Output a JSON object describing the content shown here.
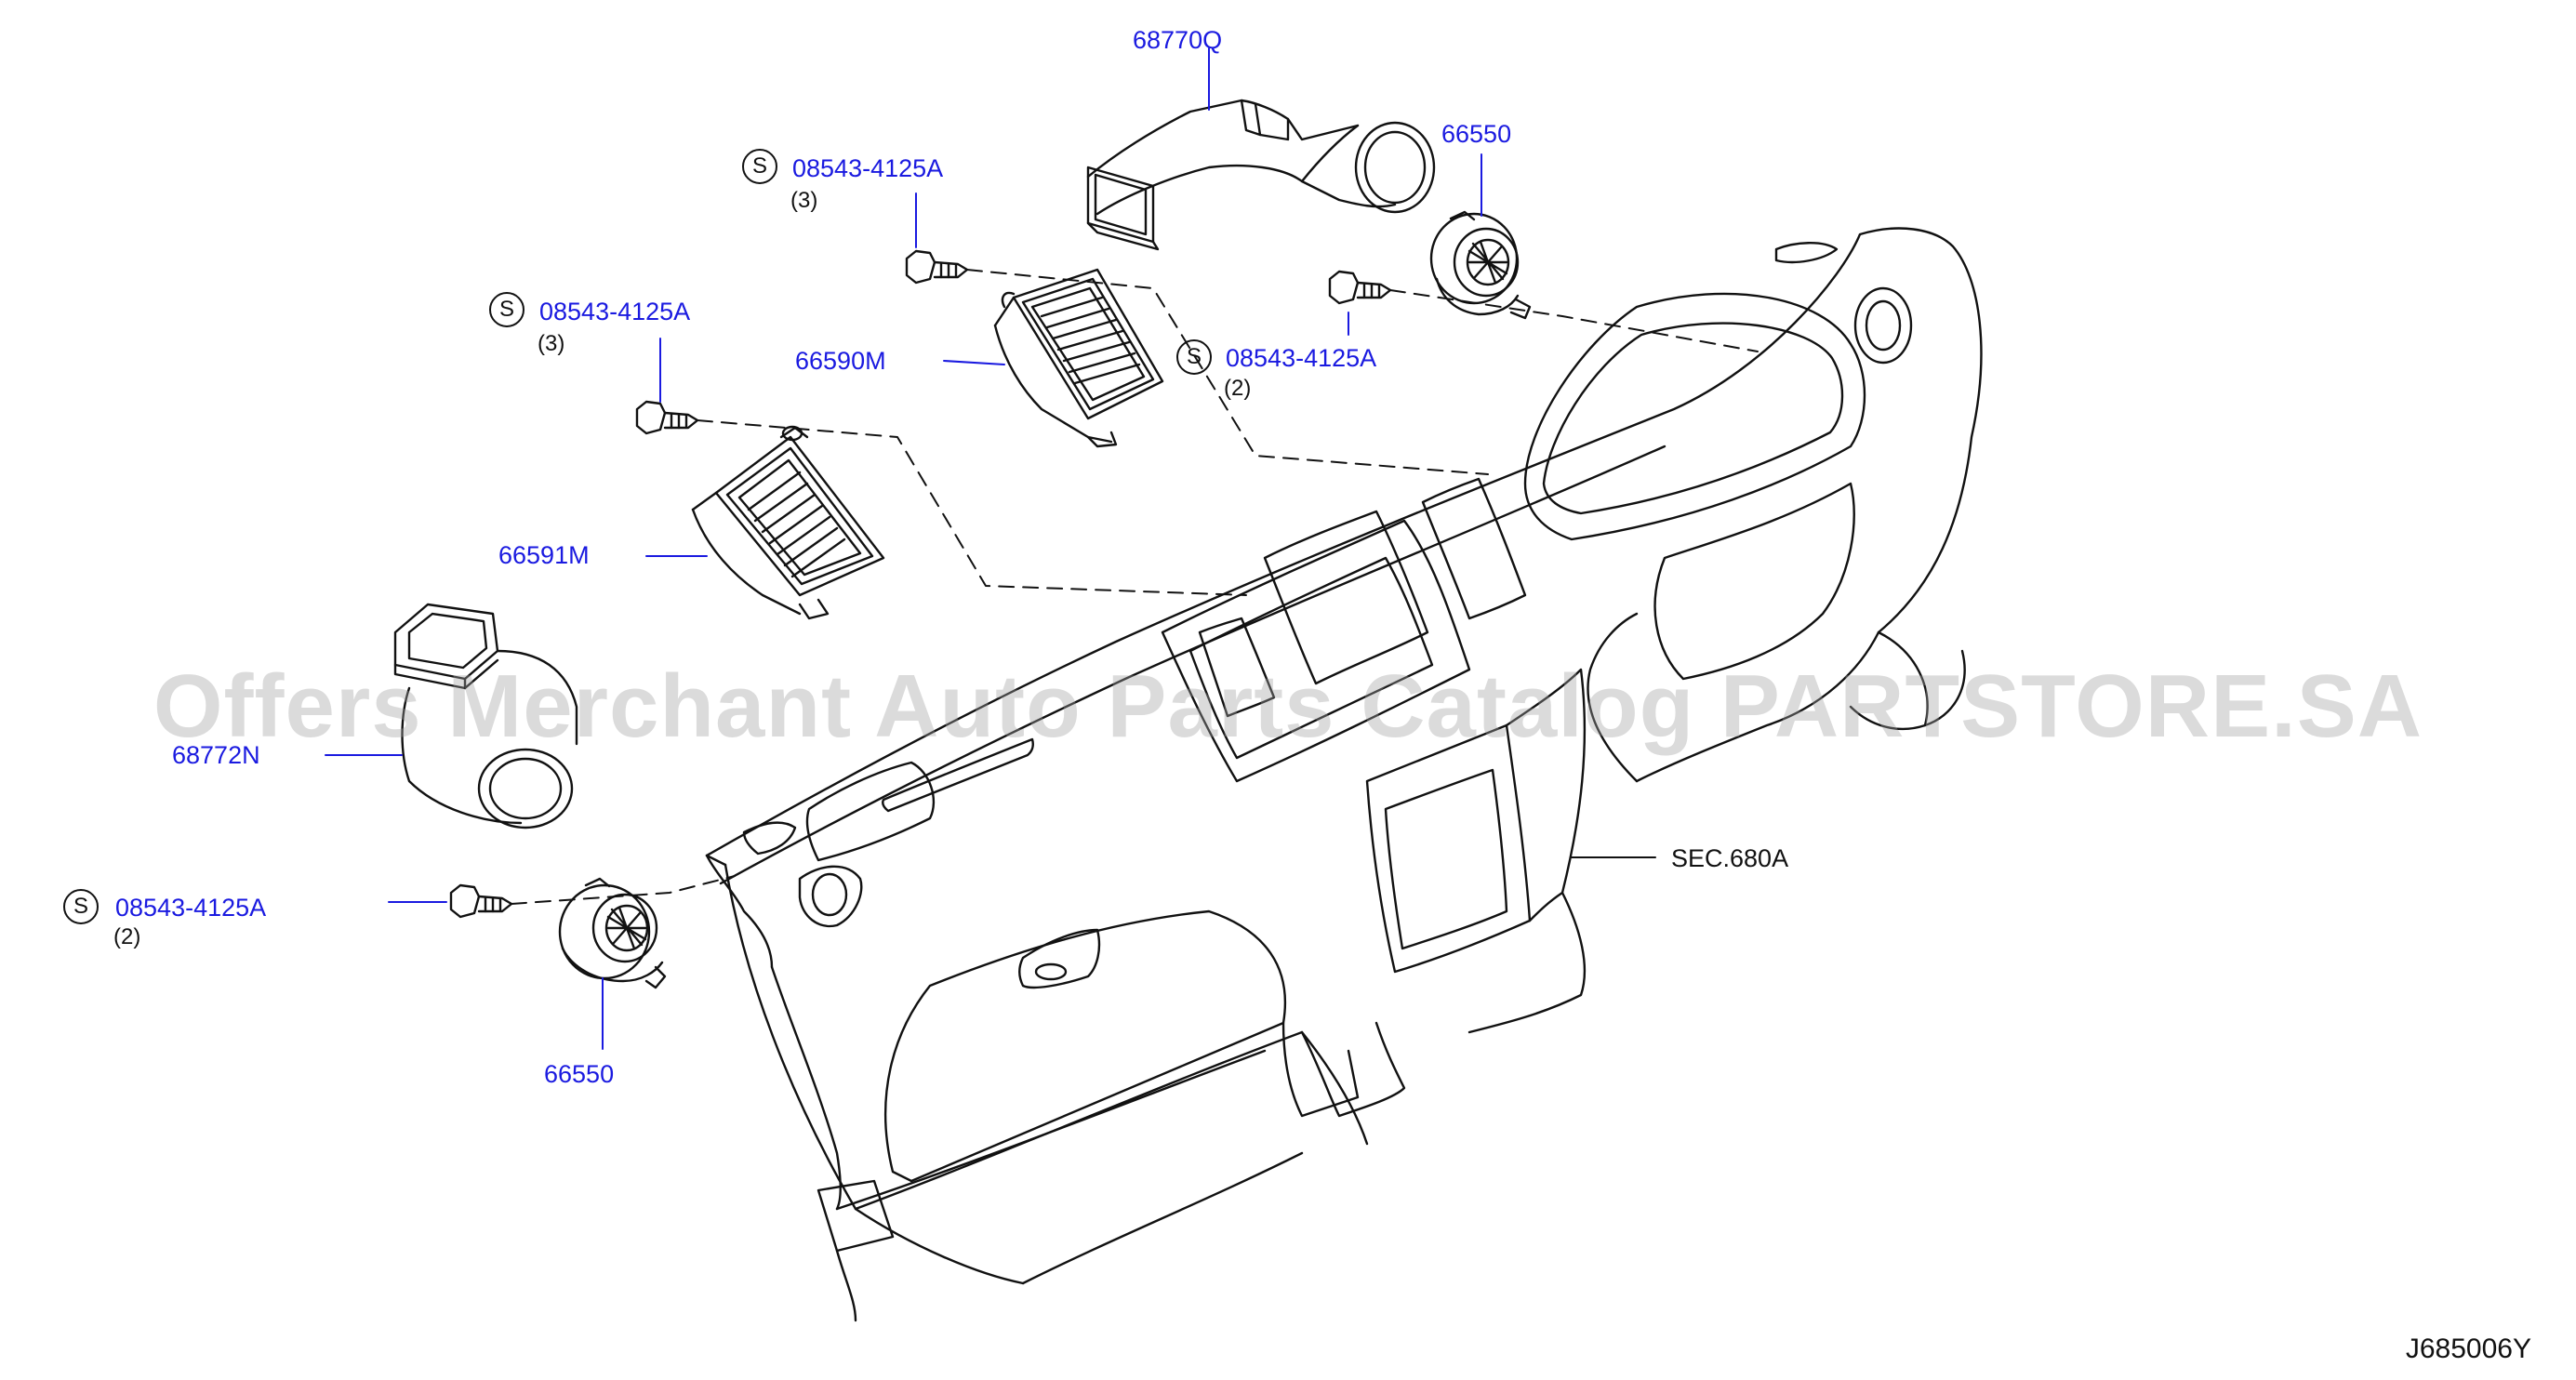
{
  "callouts": {
    "duct_68770q": "68770Q",
    "vent_66550_upper": "66550",
    "vent_66550_lower": "66550",
    "vent_66590m": "66590M",
    "vent_66591m": "66591M",
    "duct_68772n": "68772N",
    "screw_1": "08543-4125A",
    "screw_2": "08543-4125A",
    "screw_3": "08543-4125A",
    "screw_4": "08543-4125A"
  },
  "quantities": {
    "screw_1": "(3)",
    "screw_2": "(3)",
    "screw_3": "(2)",
    "screw_4": "(2)"
  },
  "standard_part_marker": "S",
  "section_ref": "SEC.680A",
  "diagram_code": "J685006Y",
  "watermark": "Offers Merchant Auto Parts Catalog PARTSTORE.SA",
  "colors": {
    "part_number": "#1a1ae0",
    "line": "#111111",
    "watermark": "#a0a0a0"
  }
}
